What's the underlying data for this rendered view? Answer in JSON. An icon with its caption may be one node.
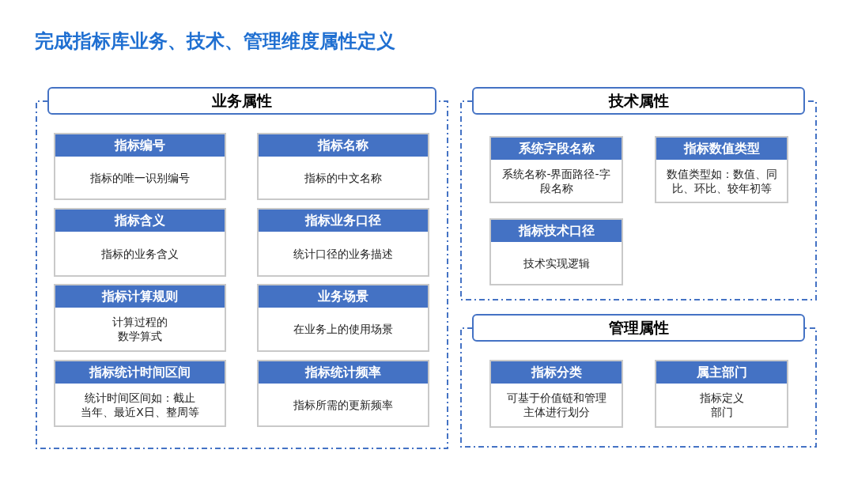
{
  "diagram": {
    "title": "完成指标库业务、技术、管理维度属性定义",
    "nodes": [
      {
        "text": [
          "业务属性"
        ]
      },
      {
        "text": [
          "指标编号",
          "指标的唯一识别编号"
        ],
        "in": 0
      },
      {
        "text": [
          "指标名称",
          "指标的中文名称"
        ],
        "in": 0
      },
      {
        "text": [
          "指标含义",
          "指标的业务含义"
        ],
        "in": 0
      },
      {
        "text": [
          "指标业务口径",
          "统计口径的业务描述"
        ],
        "in": 0
      },
      {
        "text": [
          "指标计算规则",
          "计算过程的数学算式"
        ],
        "in": 0
      },
      {
        "text": [
          "业务场景",
          "在业务上的使用场景"
        ],
        "in": 0
      },
      {
        "text": [
          "指标统计时间区间",
          "统计时间区间如：截止当年、最近X日、整周等"
        ],
        "in": 0
      },
      {
        "text": [
          "指标统计频率",
          "指标所需的更新频率"
        ],
        "in": 0
      },
      {
        "text": [
          "技术属性"
        ]
      },
      {
        "text": [
          "系统字段名称",
          "系统名称-界面路径-字段名称"
        ],
        "in": 9
      },
      {
        "text": [
          "指标数值类型",
          "数值类型如：数值、同比、环比、较年初等"
        ],
        "in": 9
      },
      {
        "text": [
          "指标技术口径",
          "技术实现逻辑"
        ],
        "in": 9
      },
      {
        "text": [
          "管理属性"
        ]
      },
      {
        "text": [
          "指标分类",
          "可基于价值链和管理主体进行划分"
        ],
        "in": 13
      },
      {
        "text": [
          "属主部门",
          "指标定义部门"
        ],
        "in": 13
      }
    ]
  }
}
